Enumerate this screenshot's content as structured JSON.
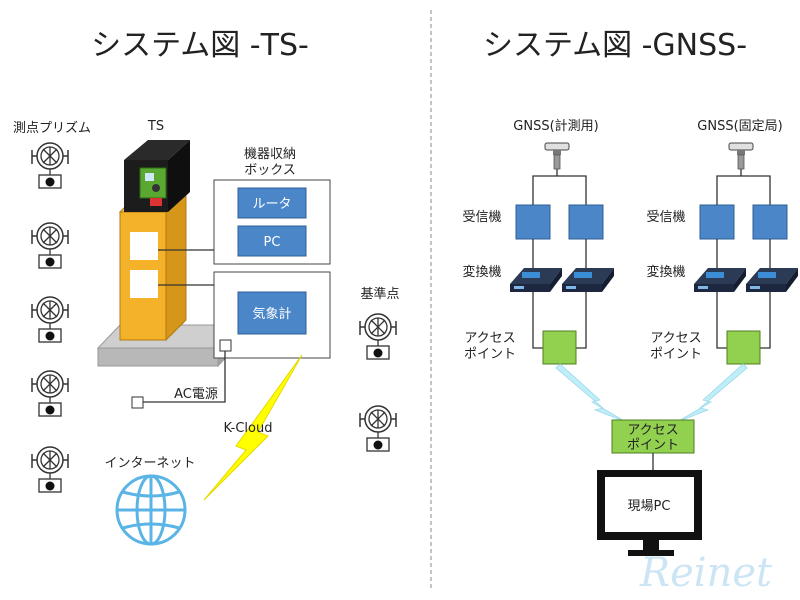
{
  "ts": {
    "title": "システム図 -TS-",
    "prism_label": "測点プリズム",
    "ts_label": "TS",
    "box_label_line1": "機器収納",
    "box_label_line2": "ボックス",
    "router": "ルータ",
    "pc": "PC",
    "weather": "気象計",
    "ac": "AC電源",
    "base_point": "基準点",
    "kcloud": "K-Cloud",
    "internet": "インターネット"
  },
  "gnss": {
    "title": "システム図 -GNSS-",
    "survey_label": "GNSS(計測用)",
    "fixed_label": "GNSS(固定局)",
    "receiver_left": "受信機",
    "receiver_right": "受信機",
    "converter_left": "変換機",
    "converter_right": "変換機",
    "ap_left_line1": "アクセス",
    "ap_left_line2": "ポイント",
    "ap_right_line1": "アクセス",
    "ap_right_line2": "ポイント",
    "ap_center_line1": "アクセス",
    "ap_center_line2": "ポイント",
    "site_pc": "現場PC"
  },
  "watermark": "Reinet",
  "colors": {
    "blue_box": "#4a86c8",
    "green_box": "#92d050",
    "ts_column": "#f4b12a",
    "lightning": "#ffff00",
    "wireless": "#bfeef8",
    "globe": "#5ab4e6"
  }
}
